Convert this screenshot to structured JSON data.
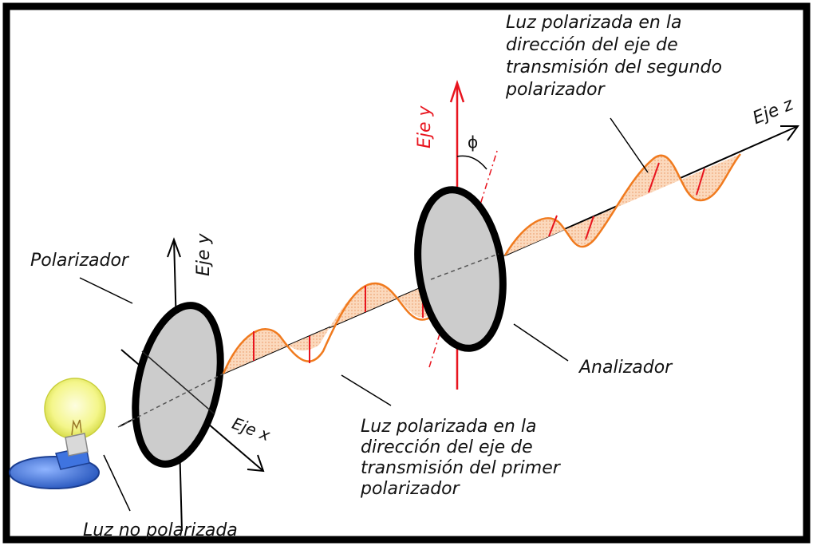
{
  "labels": {
    "top_right_line1": "Luz polarizada en la",
    "top_right_line2": "dirección del eje de",
    "top_right_line3": "transmisión del segundo",
    "top_right_line4": "polarizador",
    "eje_z": "Eje z",
    "eje_y_red": "Eje y",
    "phi": "ϕ",
    "eje_y_left": "Eje y",
    "polarizador": "Polarizador",
    "analizador": "Analizador",
    "eje_x": "Eje x",
    "mid_line1": "Luz polarizada en la",
    "mid_line2": "dirección del eje de",
    "mid_line3": "transmisión del primer",
    "mid_line4": "polarizador",
    "luz_no_polarizada": "Luz no polarizada"
  },
  "colors": {
    "frame": "#000000",
    "axis_red": "#e8141e",
    "wave_orange": "#f07a1e",
    "wave_fill": "#f9c7a0",
    "disc_fill": "#cccccc",
    "bulb_glow": "#f4f68a",
    "lamp_base": "#3a6fd8"
  },
  "icons": {
    "bulb": "light-bulb-icon"
  }
}
